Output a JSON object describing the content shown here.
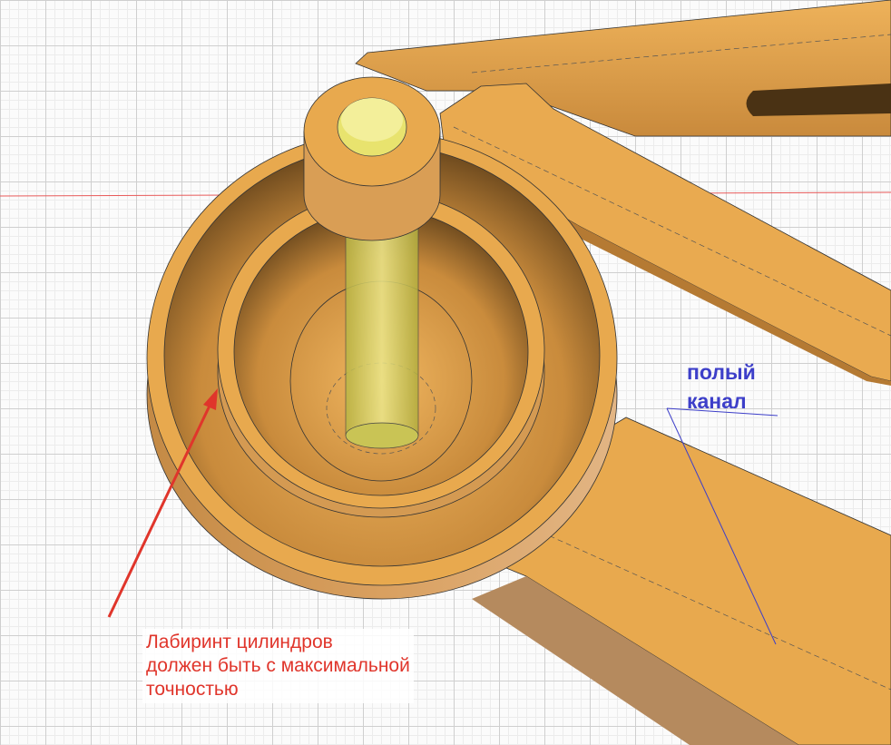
{
  "annotations": {
    "accuracy_note": {
      "lines": [
        "Лабиринт цилиндров",
        "должен быть с максимальной",
        "точностью"
      ],
      "color": "#e0352b"
    },
    "channel_note": {
      "lines": [
        "полый",
        "канал"
      ],
      "color": "#3d3fc9"
    }
  },
  "colors": {
    "part_body": "#e8a94e",
    "part_shadow": "#b57a33",
    "pin": "#e6e27a",
    "axis": "#e85a5a"
  }
}
